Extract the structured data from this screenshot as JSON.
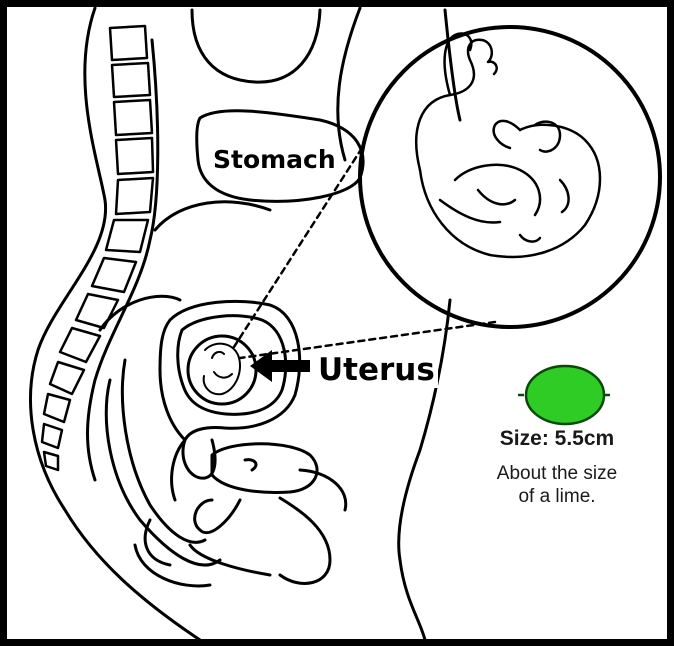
{
  "labels": {
    "stomach": "Stomach",
    "uterus": "Uterus"
  },
  "size_info": {
    "size_label": "Size: 5.5cm",
    "description_line1": "About the size",
    "description_line2": "of a lime."
  },
  "colors": {
    "lime_fill": "#2ecc24",
    "line": "#000000",
    "background": "#ffffff"
  },
  "icons": {
    "lime": "lime-icon",
    "arrow": "left-arrow-icon"
  }
}
